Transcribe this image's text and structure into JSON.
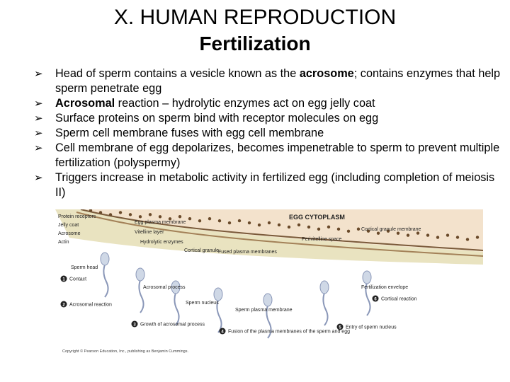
{
  "slide": {
    "title": "X.  HUMAN REPRODUCTION",
    "subtitle": "Fertilization"
  },
  "bullets": [
    {
      "pre": "Head of sperm contains a vesicle known as the ",
      "bold": "acrosome",
      "post": "; contains enzymes that help sperm penetrate egg"
    },
    {
      "pre": "",
      "bold": "Acrosomal",
      "post": " reaction – hydrolytic enzymes act on egg jelly coat"
    },
    {
      "pre": "Surface proteins on sperm bind with receptor molecules on egg",
      "bold": "",
      "post": ""
    },
    {
      "pre": "Sperm cell membrane fuses with egg cell membrane",
      "bold": "",
      "post": ""
    },
    {
      "pre": "Cell membrane of egg depolarizes, becomes impenetrable to sperm to prevent multiple fertilization (polyspermy)",
      "bold": "",
      "post": ""
    },
    {
      "pre": "Triggers increase in metabolic activity in fertilized egg (including completion of meiosis II)",
      "bold": "",
      "post": ""
    }
  ],
  "figure": {
    "labels": {
      "protein_receptors": "Protein receptors",
      "jelly_coat": "Jelly coat",
      "acrosome": "Acrosome",
      "actin": "Actin",
      "sperm_head": "Sperm head",
      "egg_plasma_membrane": "Egg plasma membrane",
      "vitelline_layer": "Vitelline layer",
      "hydrolytic_enzymes": "Hydrolytic enzymes",
      "cortical_granule": "Cortical granule",
      "fused_plasma_membranes": "Fused plasma membranes",
      "egg_cytoplasm": "EGG CYTOPLASM",
      "cortical_granule_membrane": "Cortical granule membrane",
      "perivitelline_space": "Perivitelline space",
      "fertilization_envelope": "Fertilization envelope",
      "acrosomal_process": "Acrosomal process",
      "sperm_nucleus": "Sperm nucleus",
      "sperm_plasma_membrane": "Sperm plasma membrane",
      "sperm_nucleus_2": "Entry of sperm nucleus"
    },
    "steps": [
      {
        "num": "1",
        "text": "Contact"
      },
      {
        "num": "2",
        "text": "Acrosomal reaction"
      },
      {
        "num": "3",
        "text": "Growth of acrosomal process"
      },
      {
        "num": "4",
        "text": "Fusion of the plasma membranes of the sperm and egg"
      },
      {
        "num": "5",
        "text": "Entry of sperm nucleus"
      },
      {
        "num": "6",
        "text": "Cortical reaction"
      }
    ],
    "copyright": "Copyright © Pearson Education, Inc., publishing as Benjamin Cummings."
  },
  "colors": {
    "jelly": "#e9e3c0",
    "membrane": "#7a5a3a",
    "cytoplasm": "#f3e2cc",
    "egg_dot": "#6a4a2a",
    "sperm": "#cfd8e6",
    "sperm_head": "#8a97b8",
    "vitelline": "#a38158",
    "step_circle": "#222222",
    "label_text": "#222222"
  }
}
